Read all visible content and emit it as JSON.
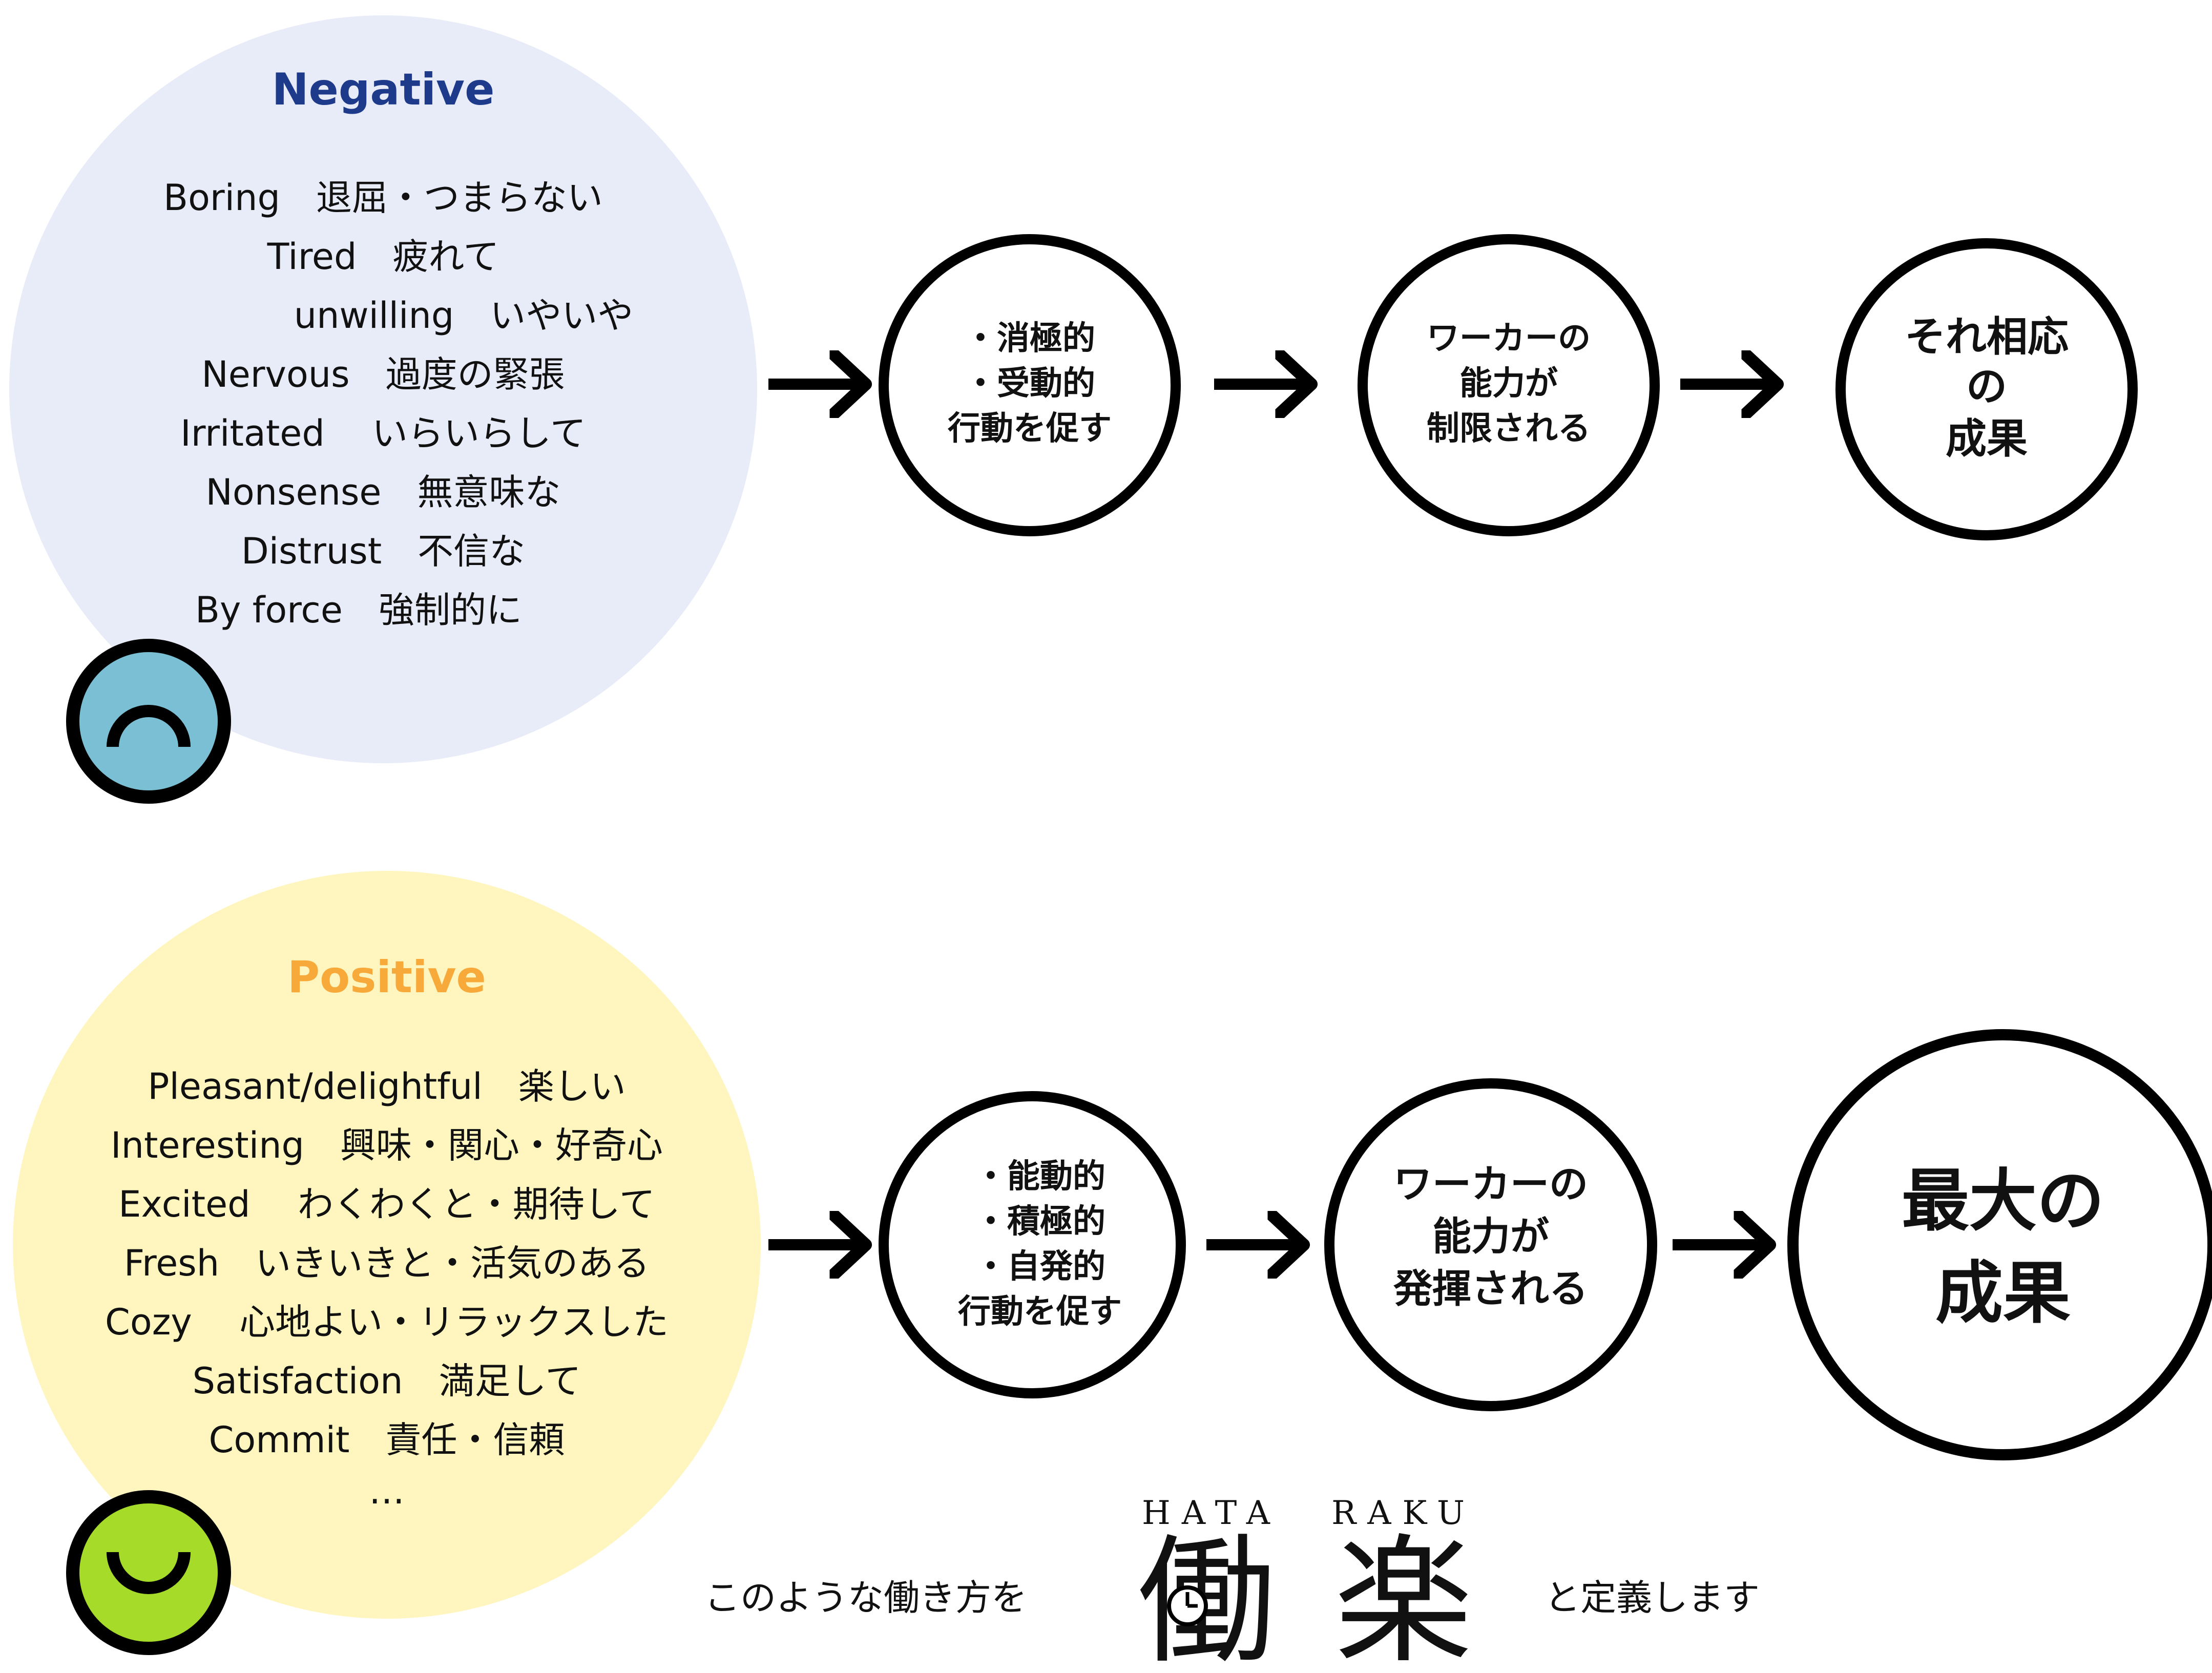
{
  "colors": {
    "negative_bg": "#E8EBF8",
    "negative_title": "#1E3A8A",
    "negative_face": "#7ABFD3",
    "positive_bg": "#FFF6BF",
    "positive_title": "#F7A93A",
    "positive_face": "#A6DB2A",
    "stroke": "#000000"
  },
  "negative": {
    "title": "Negative",
    "lines": [
      "Boring　退屈・つまらない",
      "Tired　疲れて",
      "unwilling　いやいや",
      "Nervous　過度の緊張",
      "Irritated　 いらいらして",
      "Nonsense　無意味な",
      "Distrust　不信な",
      "By force　強制的に"
    ],
    "face_icon": "sad-face-icon",
    "flow": [
      {
        "lines": [
          "・消極的",
          "・受動的",
          "行動を促す"
        ]
      },
      {
        "lines": [
          "ワーカーの",
          "能力が",
          "制限される"
        ]
      },
      {
        "lines": [
          "それ相応",
          "の",
          "成果"
        ]
      }
    ]
  },
  "positive": {
    "title": "Positive",
    "lines": [
      "Pleasant/delightful　楽しい",
      "Interesting　興味・関心・好奇心",
      "Excited　 わくわくと・期待して",
      "Fresh　いきいきと・活気のある",
      "Cozy　 心地よい・リラックスした",
      "Satisfaction　満足して",
      "Commit　責任・信頼",
      "…"
    ],
    "face_icon": "happy-face-icon",
    "flow": [
      {
        "lines": [
          "・能動的",
          "・積極的",
          "・自発的",
          "行動を促す"
        ]
      },
      {
        "lines": [
          "ワーカーの",
          "能力が",
          "発揮される"
        ]
      },
      {
        "lines": [
          "最大の",
          "成果"
        ]
      }
    ]
  },
  "footer": {
    "prefix": "このような働き方を",
    "reading_left": "HATA",
    "reading_right": "RAKU",
    "kanji_left": "働",
    "kanji_right": "楽",
    "suffix": "と定義します"
  }
}
